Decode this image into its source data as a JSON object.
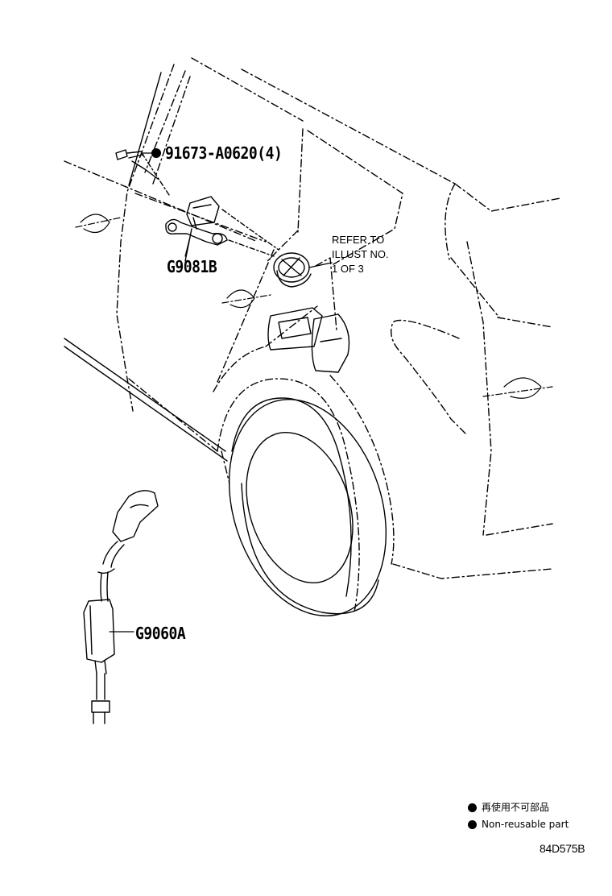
{
  "parts": {
    "bolt": "91673-A0620(4)",
    "charging_port": "G9081B",
    "charging_cable": "G9060A"
  },
  "reference_note": {
    "line1": "REFER TO",
    "line2": "ILLUST NO.",
    "line3": "1 OF 3"
  },
  "legend": {
    "jp": "再使用不可部品",
    "en": "Non-reusable part"
  },
  "diagram_code": "84D575B",
  "icons": [
    "non-reusable-dot-icon"
  ]
}
